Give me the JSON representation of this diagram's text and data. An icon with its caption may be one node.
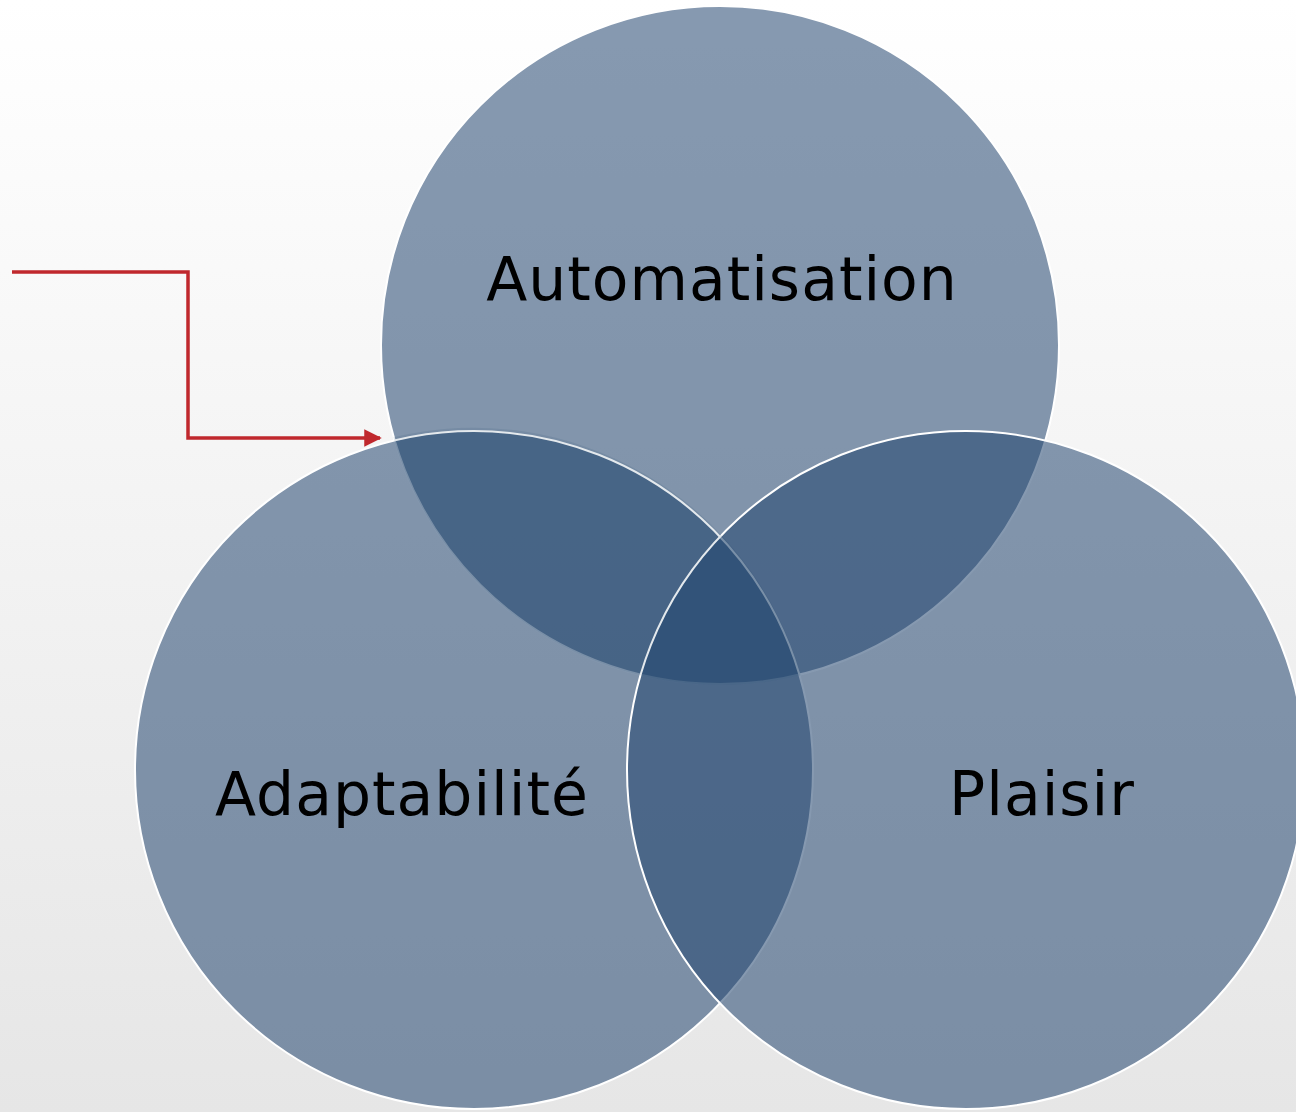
{
  "diagram": {
    "nodes": [
      {
        "text": [
          "Automatisation"
        ]
      },
      {
        "text": [
          "Adaptabilité"
        ]
      },
      {
        "text": [
          "Plaisir"
        ]
      },
      {
        "text": [],
        "shape": "lens"
      }
    ],
    "edges": [
      {
        "from": null,
        "to": 3,
        "arrow": "to",
        "color": "#c0282d"
      }
    ]
  }
}
